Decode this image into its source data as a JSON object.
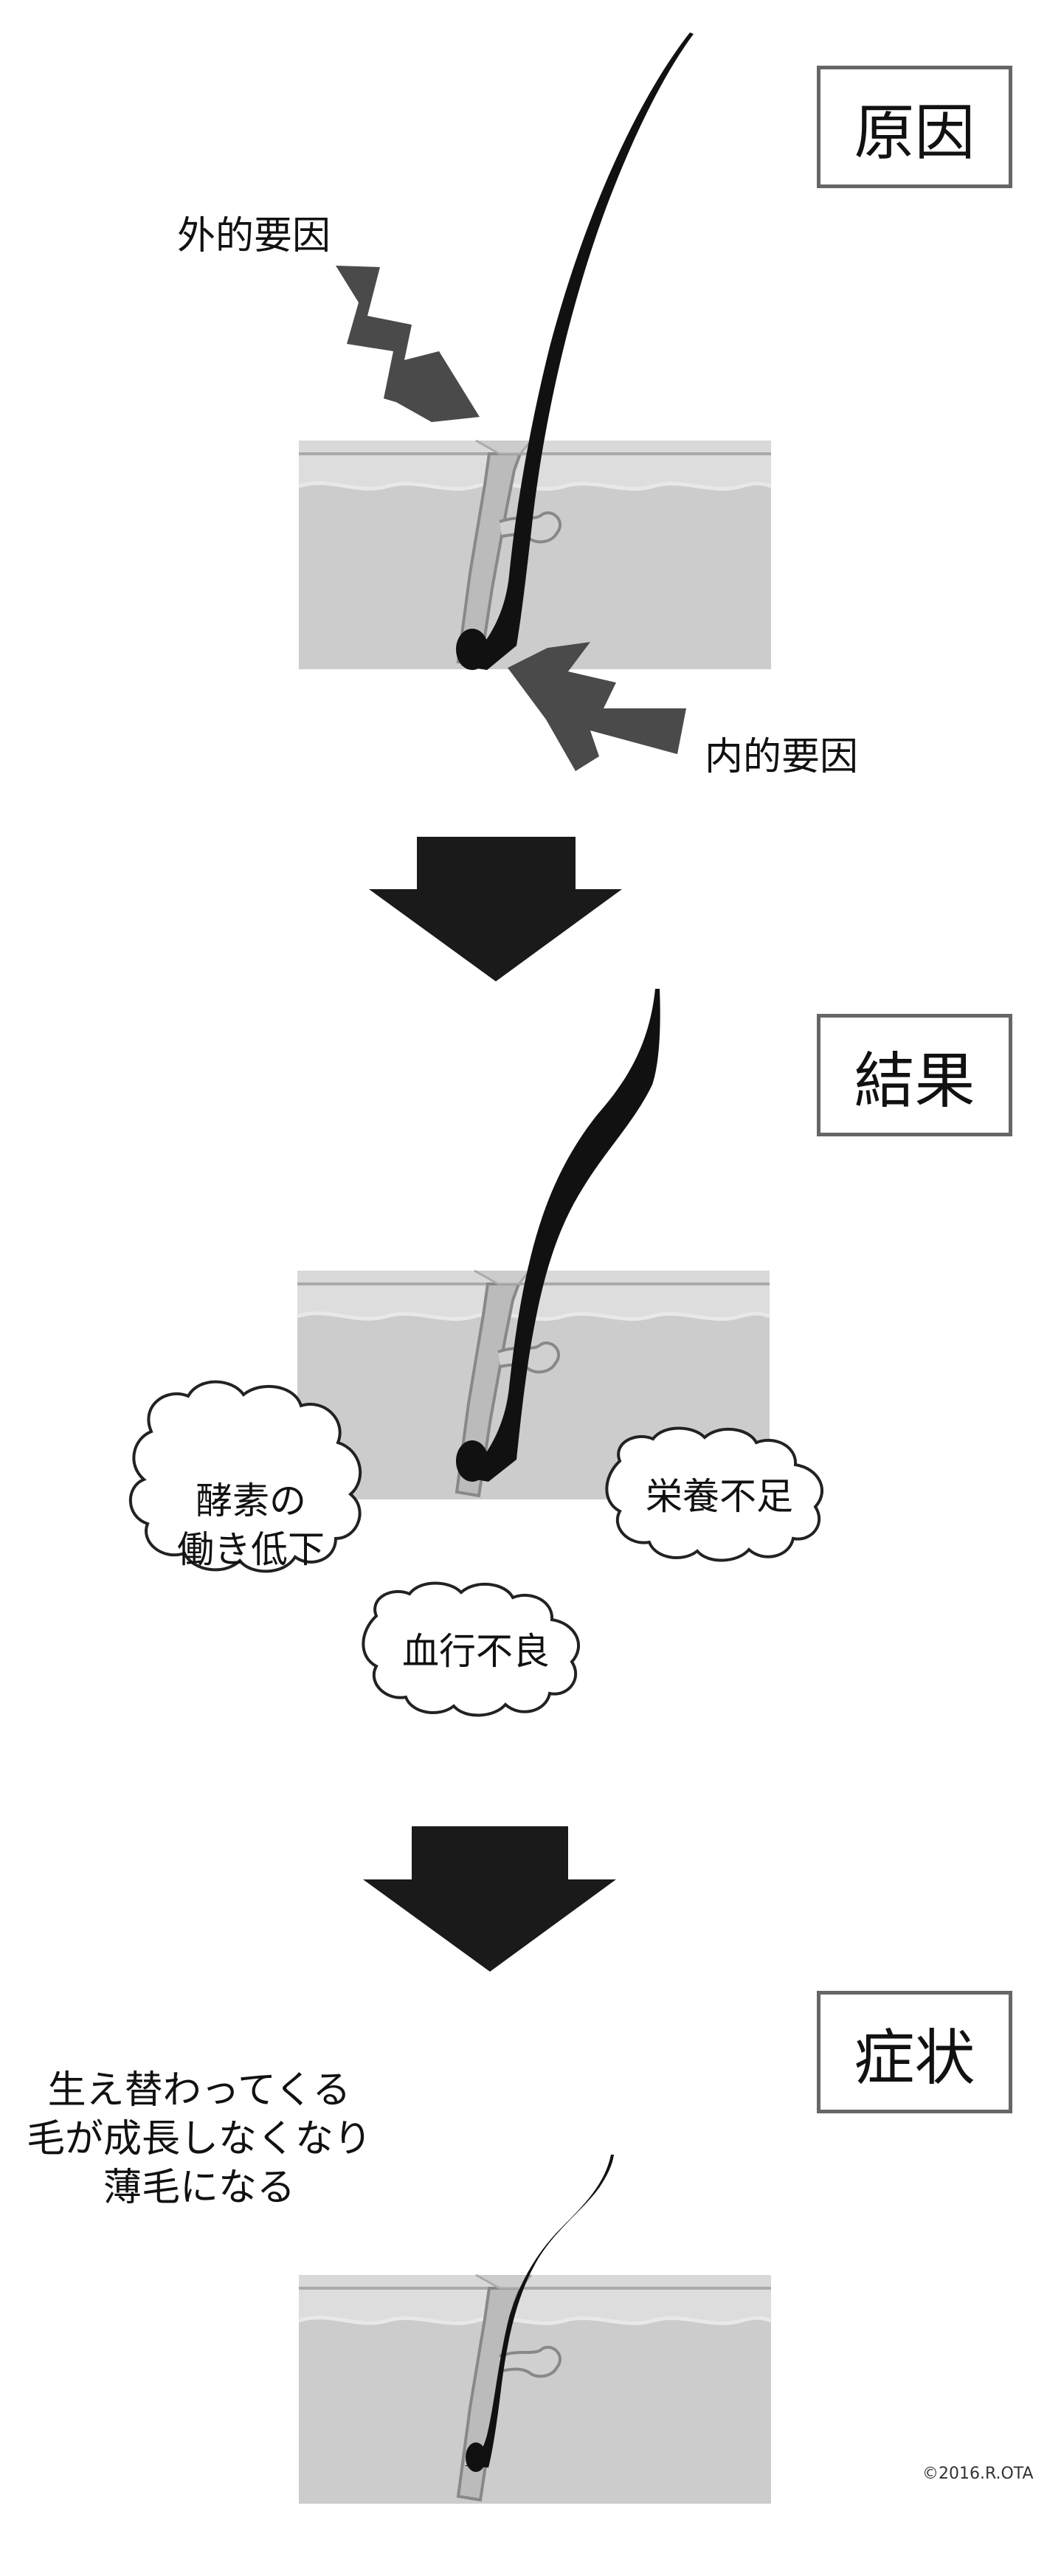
{
  "sections": {
    "cause": {
      "title": "原因",
      "external_label": "外的要因",
      "internal_label": "内的要因"
    },
    "result": {
      "title": "結果",
      "callouts": [
        "酵素の\n働き低下",
        "栄養不足",
        "血行不良"
      ]
    },
    "symptom": {
      "title": "症状",
      "description": "生え替わってくる\n毛が成長しなくなり\n薄毛になる"
    }
  },
  "copyright": "©2016.R.OTA",
  "colors": {
    "skin": "#cccccc",
    "skin_top": "#d9d9d9",
    "skin_line": "#999999",
    "hair": "#111111",
    "arrow_bolt": "#4a4a4a",
    "down_arrow": "#1a1a1a",
    "box_border": "#666666"
  },
  "icons": [
    "lightning-arrow-icon",
    "down-arrow-icon",
    "cloud-callout-icon",
    "hair-follicle-icon"
  ]
}
